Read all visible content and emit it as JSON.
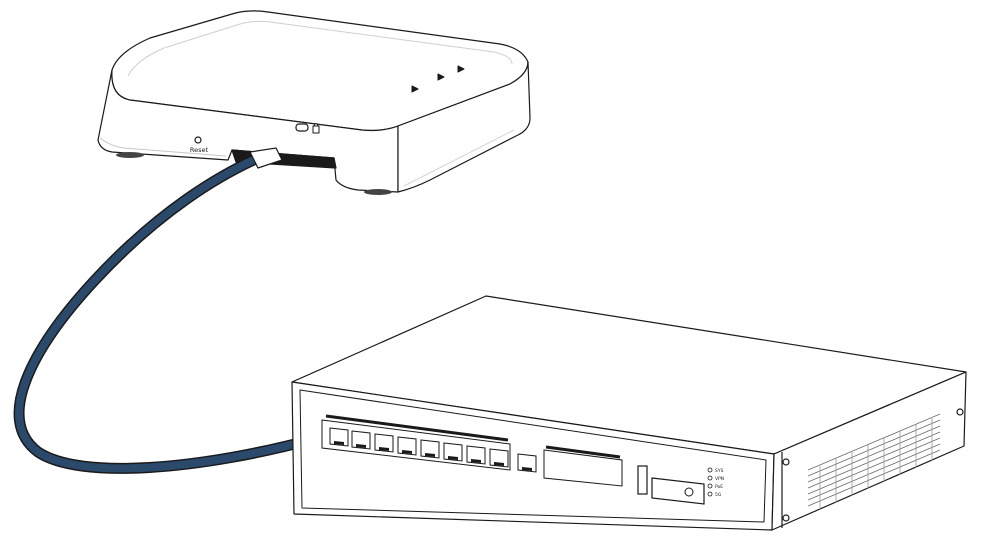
{
  "access_point": {
    "reset_label": "Reset"
  },
  "gateway": {
    "port_group_label": "",
    "leds": [
      {
        "label": "SYS"
      },
      {
        "label": "VPN"
      },
      {
        "label": "PoE"
      },
      {
        "label": "5G"
      }
    ]
  },
  "colors": {
    "outline": "#1a1a1a",
    "device_fill": "#ffffff",
    "shadow": "#d9d9d9",
    "cable": "#2b4a6b"
  }
}
